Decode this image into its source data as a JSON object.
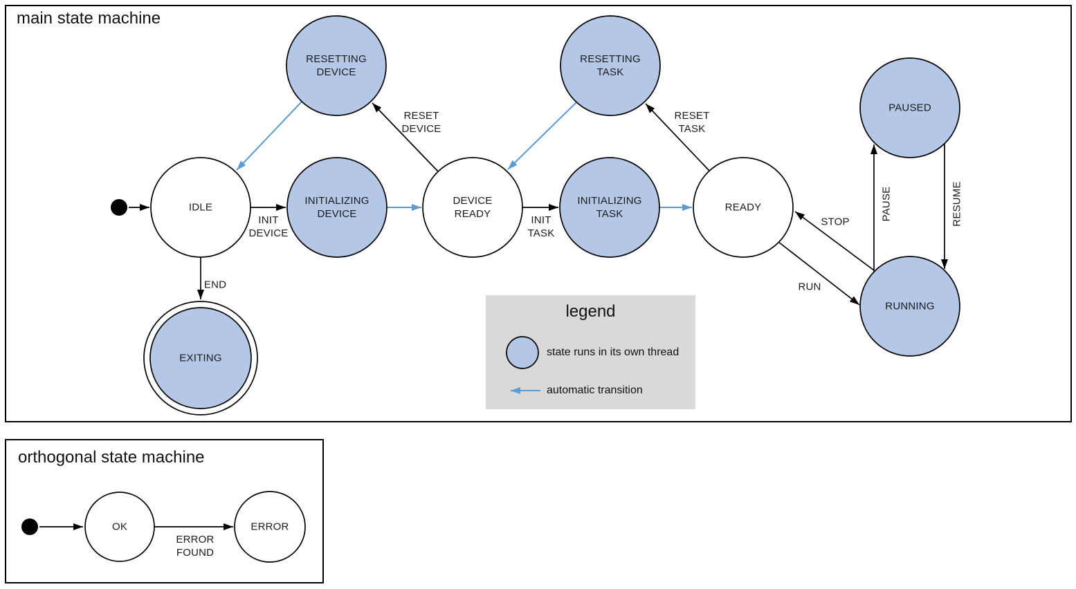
{
  "colors": {
    "threaded_state_fill": "#b4c7e7",
    "automatic_transition": "#5b9bd5",
    "legend_background": "#d9d9d9",
    "edge_stroke": "#000000"
  },
  "main": {
    "title": "main state machine",
    "states": {
      "idle": "IDLE",
      "initializing_device": "INITIALIZING\nDEVICE",
      "device_ready": "DEVICE\nREADY",
      "initializing_task": "INITIALIZING\nTASK",
      "ready": "READY",
      "resetting_device": "RESETTING\nDEVICE",
      "resetting_task": "RESETTING\nTASK",
      "paused": "PAUSED",
      "running": "RUNNING",
      "exiting": "EXITING"
    },
    "transitions": {
      "init_device": "INIT\nDEVICE",
      "reset_device": "RESET\nDEVICE",
      "init_task": "INIT\nTASK",
      "reset_task": "RESET\nTASK",
      "end": "END",
      "stop": "STOP",
      "run": "RUN",
      "pause": "PAUSE",
      "resume": "RESUME"
    }
  },
  "legend": {
    "title": "legend",
    "threaded_state": "state runs in its own thread",
    "automatic_transition": "automatic transition"
  },
  "orthogonal": {
    "title": "orthogonal state machine",
    "states": {
      "ok": "OK",
      "error": "ERROR"
    },
    "transitions": {
      "error_found": "ERROR\nFOUND"
    }
  }
}
